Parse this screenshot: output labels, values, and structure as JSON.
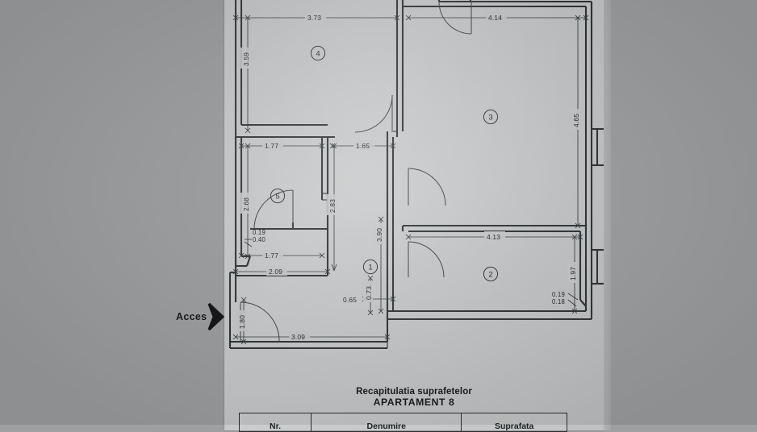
{
  "document": {
    "caption_line1": "Recapitulatia suprafetelor",
    "caption_line2": "APARTAMENT 8",
    "watermark": ""
  },
  "table": {
    "headers": [
      "Nr.",
      "Denumire",
      "Suprafata"
    ]
  },
  "plan": {
    "access_label": "Acces",
    "access_icon": "arrow-right-icon",
    "rooms": [
      {
        "id": "room-1",
        "number": "1"
      },
      {
        "id": "room-2",
        "number": "2"
      },
      {
        "id": "room-3",
        "number": "3"
      },
      {
        "id": "room-4",
        "number": "4"
      },
      {
        "id": "room-5",
        "number": "5"
      }
    ],
    "dimensions": {
      "d_3_73": "3.73",
      "d_4_14": "4.14",
      "d_3_59": "3.59",
      "d_4_65": "4.65",
      "d_1_77_top": "1.77",
      "d_1_65": "1.65",
      "d_2_68": "2.68",
      "d_2_83": "2.83",
      "d_3_90": "3.90",
      "d_4_13": "4.13",
      "d_1_97": "1.97",
      "d_0_19_a": "0.19",
      "d_0_40": "0.40",
      "d_1_77_bot": "1.77",
      "d_2_09": "2.09",
      "d_0_73": "0.73",
      "d_0_65": "0.65",
      "d_1_80": "1.80",
      "d_3_09": "3.09",
      "d_0_19_b": "0.19",
      "d_0_18": "0.18"
    }
  },
  "colors": {
    "paper": "#c6c8c9",
    "background": "#9d9fa1",
    "ink": "#2f3234"
  }
}
